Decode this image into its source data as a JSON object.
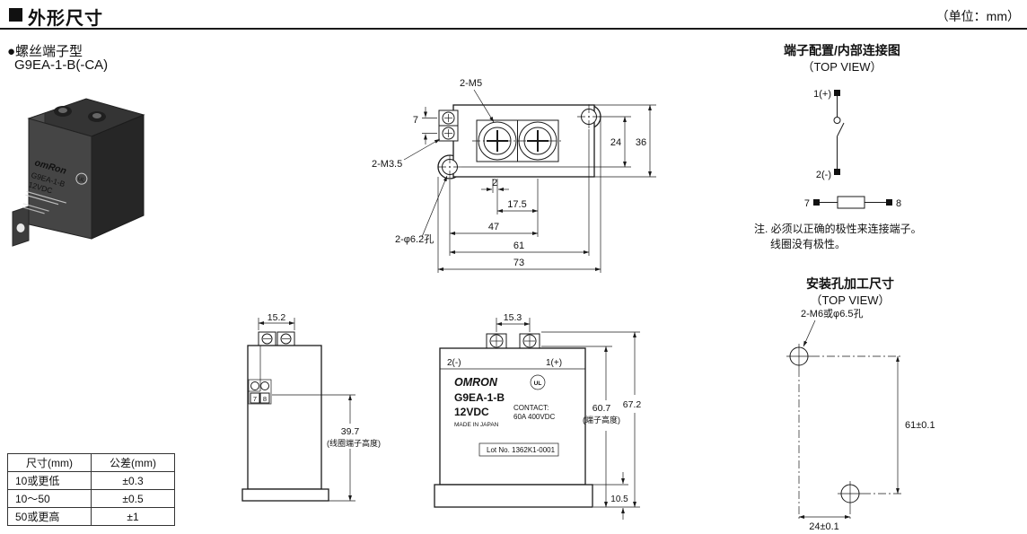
{
  "header": {
    "title": "外形尺寸",
    "unit": "（单位：mm）"
  },
  "product": {
    "type_label": "●螺丝端子型",
    "model": "G9EA-1-B(-CA)",
    "photo": {
      "brand": "omRon",
      "model": "G9EA-1-B",
      "voltage": "12VDC",
      "ul": "UL"
    }
  },
  "top_view": {
    "label_m5": "2-M5",
    "label_m35": "2-M3.5",
    "label_hole": "2-φ6.2孔",
    "d7": "7",
    "d24": "24",
    "d36": "36",
    "d2": "2",
    "d17_5": "17.5",
    "d47": "47",
    "d61": "61",
    "d73": "73"
  },
  "side_view": {
    "d_width": "15.2",
    "d_coil": "39.7",
    "d_coil_note": "(线圈端子高度)",
    "t7": "7",
    "t8": "8"
  },
  "front_view": {
    "d_width": "15.3",
    "d_total": "67.2",
    "d_term": "60.7",
    "d_term_note": "(端子高度)",
    "d_base": "10.5",
    "t2": "2(-)",
    "t1": "1(+)",
    "brand": "OMRON",
    "model": "G9EA-1-B",
    "voltage": "12VDC",
    "contact": "CONTACT:",
    "rating": "60A 400VDC",
    "made": "MADE IN JAPAN",
    "lot": "Lot No. 1362K1-0001",
    "ul": "UL"
  },
  "terminal_diagram": {
    "title": "端子配置/内部连接图",
    "subtitle": "（TOP VIEW）",
    "t1": "1(+)",
    "t2": "2(-)",
    "t7": "7",
    "t8": "8",
    "note1": "注. 必须以正确的极性来连接端子。",
    "note2": "线圈没有极性。"
  },
  "mounting": {
    "title": "安装孔加工尺寸",
    "subtitle": "（TOP VIEW）",
    "hole_label": "2-M6或φ6.5孔",
    "dim_v": "61±0.1",
    "dim_h": "24±0.1"
  },
  "tolerance_table": {
    "headers": [
      "尺寸(mm)",
      "公差(mm)"
    ],
    "rows": [
      [
        "10或更低",
        "±0.3"
      ],
      [
        "10～50",
        "±0.5"
      ],
      [
        "50或更高",
        "±1"
      ]
    ]
  }
}
